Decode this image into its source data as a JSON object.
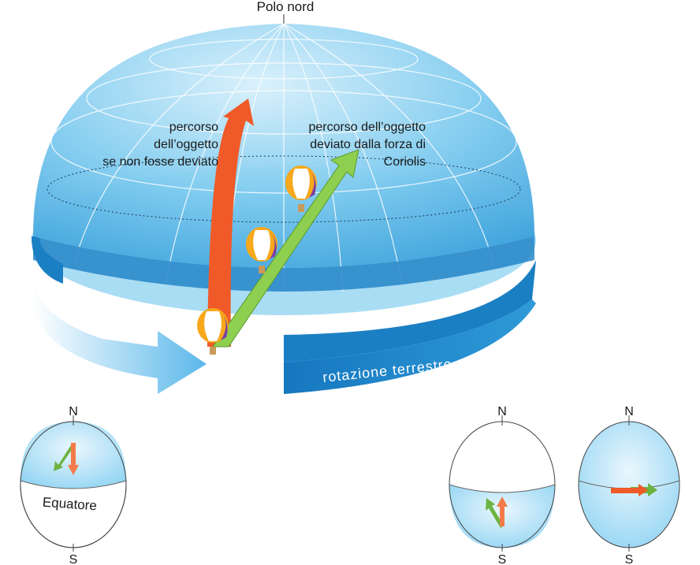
{
  "title": "Polo nord",
  "labels": {
    "undeviated_path": [
      "percorso",
      "dell’oggetto",
      "se non fosse deviato"
    ],
    "deviated_path": [
      "percorso dell’oggetto",
      "deviato dalla forza di",
      "Coriolis"
    ],
    "rotation": "rotazione terrestre"
  },
  "small_globes": [
    {
      "north": "N",
      "south": "S",
      "equator_label": "Equatore",
      "hemisphere": "north"
    },
    {
      "north": "N",
      "south": "S",
      "hemisphere": "south"
    },
    {
      "north": "N",
      "south": "S",
      "hemisphere": "equator"
    }
  ],
  "colors": {
    "dome": "#5bbbe8",
    "band": "#1b7fc4",
    "straight_arrow": "#f05a28",
    "deviated_arrow": "#6cb33f"
  }
}
